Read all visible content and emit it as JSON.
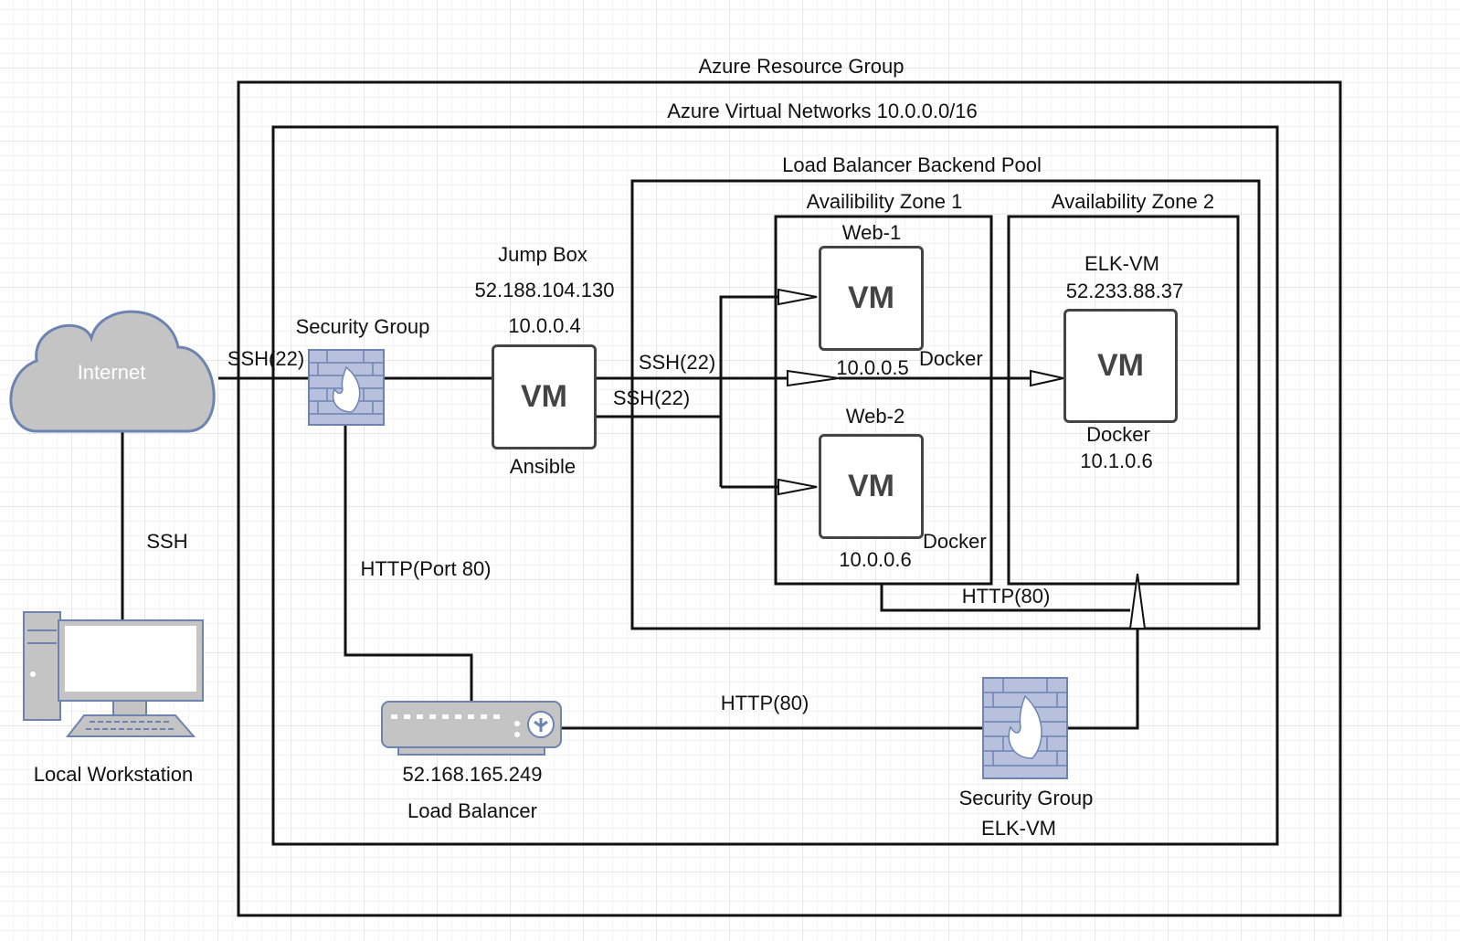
{
  "groups": {
    "resource_group": "Azure Resource Group",
    "vnet": "Azure Virtual Networks 10.0.0.0/16",
    "backend_pool": "Load Balancer Backend Pool",
    "zone1": "Availibility Zone 1",
    "zone2": "Availability Zone 2"
  },
  "internet": {
    "label": "Internet"
  },
  "workstation": {
    "label": "Local Workstation"
  },
  "links": {
    "ssh_local": "SSH",
    "ssh22_internet": "SSH(22)",
    "http_port80": "HTTP(Port 80)",
    "ssh22_jump_a": "SSH(22)",
    "ssh22_jump_b": "SSH(22)",
    "http80_lb": "HTTP(80)",
    "http80_pool": "HTTP(80)"
  },
  "security_group": {
    "label": "Security Group"
  },
  "jumpbox": {
    "title": "Jump Box",
    "public_ip": "52.188.104.130",
    "private_ip": "10.0.0.4",
    "vm_label": "VM",
    "role": "Ansible"
  },
  "web1": {
    "name": "Web-1",
    "vm_label": "VM",
    "ip": "10.0.0.5",
    "container": "Docker"
  },
  "web2": {
    "name": "Web-2",
    "vm_label": "VM",
    "ip": "10.0.0.6",
    "container": "Docker"
  },
  "elk": {
    "name": "ELK-VM",
    "public_ip": "52.233.88.37",
    "vm_label": "VM",
    "container": "Docker",
    "ip": "10.1.0.6"
  },
  "load_balancer": {
    "ip": "52.168.165.249",
    "label": "Load Balancer"
  },
  "elk_security_group": {
    "label": "Security Group",
    "sublabel": "ELK-VM"
  }
}
